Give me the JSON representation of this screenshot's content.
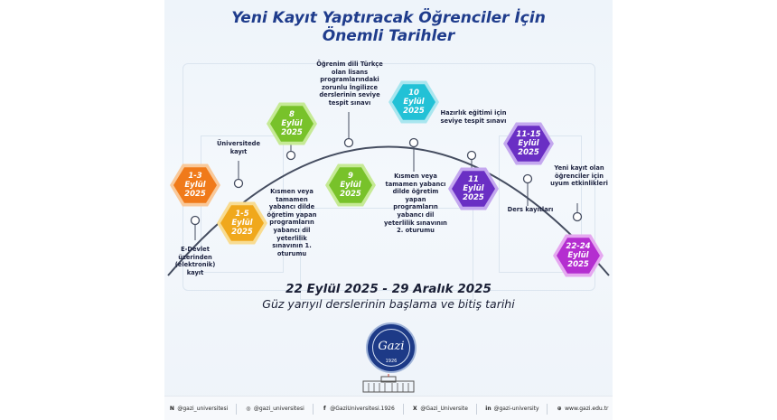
{
  "title_line1": "Yeni Kayıt Yaptıracak Öğrenciler İçin",
  "title_line2": "Önemli Tarihler",
  "colors": {
    "orange": "#f07a1a",
    "gold": "#f0a81c",
    "green": "#78c22a",
    "cyan": "#22c1d6",
    "purple": "#6a2fc4",
    "magenta": "#b42ed0",
    "navy": "#1f3c8c"
  },
  "events": {
    "e1": {
      "date1": "1-3",
      "date2": "Eylül",
      "date3": "2025",
      "label": "E-Devlet üzerinden (elektronik) kayıt"
    },
    "e2": {
      "label": "Üniversitede kayıt"
    },
    "e3": {
      "date1": "1-5",
      "date2": "Eylül",
      "date3": "2025"
    },
    "e4": {
      "date1": "8",
      "date2": "Eylül",
      "date3": "2025",
      "label": "Kısmen veya tamamen yabancı dilde öğretim yapan programların yabancı dil yeterlilik sınavının 1. oturumu"
    },
    "e5": {
      "label": "Öğrenim dili Türkçe olan lisans programlarındaki zorunlu İngilizce derslerinin seviye tespit sınavı"
    },
    "e6": {
      "date1": "9",
      "date2": "Eylül",
      "date3": "2025"
    },
    "e7": {
      "date1": "10",
      "date2": "Eylül",
      "date3": "2025",
      "label": "Kısmen veya tamamen yabancı dilde öğretim yapan programların yabancı dil yeterlilik sınavının 2. oturumu"
    },
    "e8": {
      "label": "Hazırlık eğitimi için seviye tespit sınavı"
    },
    "e9": {
      "date1": "11",
      "date2": "Eylül",
      "date3": "2025"
    },
    "e10": {
      "date1": "11-15",
      "date2": "Eylül",
      "date3": "2025",
      "label": "Ders kayıtları"
    },
    "e11": {
      "date1": "22-24",
      "date2": "Eylül",
      "date3": "2025",
      "label": "Yeni kayıt olan öğrenciler için uyum etkinlikleri"
    }
  },
  "semester": {
    "dates": "22 Eylül 2025 - 29 Aralık 2025",
    "caption": "Güz yarıyıl derslerinin başlama ve bitiş tarihi"
  },
  "seal": {
    "signature": "Gazi",
    "year": "1926"
  },
  "footer": [
    {
      "icon": "nsosyal-icon",
      "glyph": "N",
      "handle": "@gazi_universitesi"
    },
    {
      "icon": "instagram-icon",
      "glyph": "◎",
      "handle": "@gazi_universitesi"
    },
    {
      "icon": "facebook-icon",
      "glyph": "f",
      "handle": "@GaziUniversitesi.1926"
    },
    {
      "icon": "x-icon",
      "glyph": "X",
      "handle": "@Gazi_Universite"
    },
    {
      "icon": "linkedin-icon",
      "glyph": "in",
      "handle": "@gazi-university"
    },
    {
      "icon": "web-icon",
      "glyph": "⊕",
      "handle": "www.gazi.edu.tr"
    }
  ]
}
